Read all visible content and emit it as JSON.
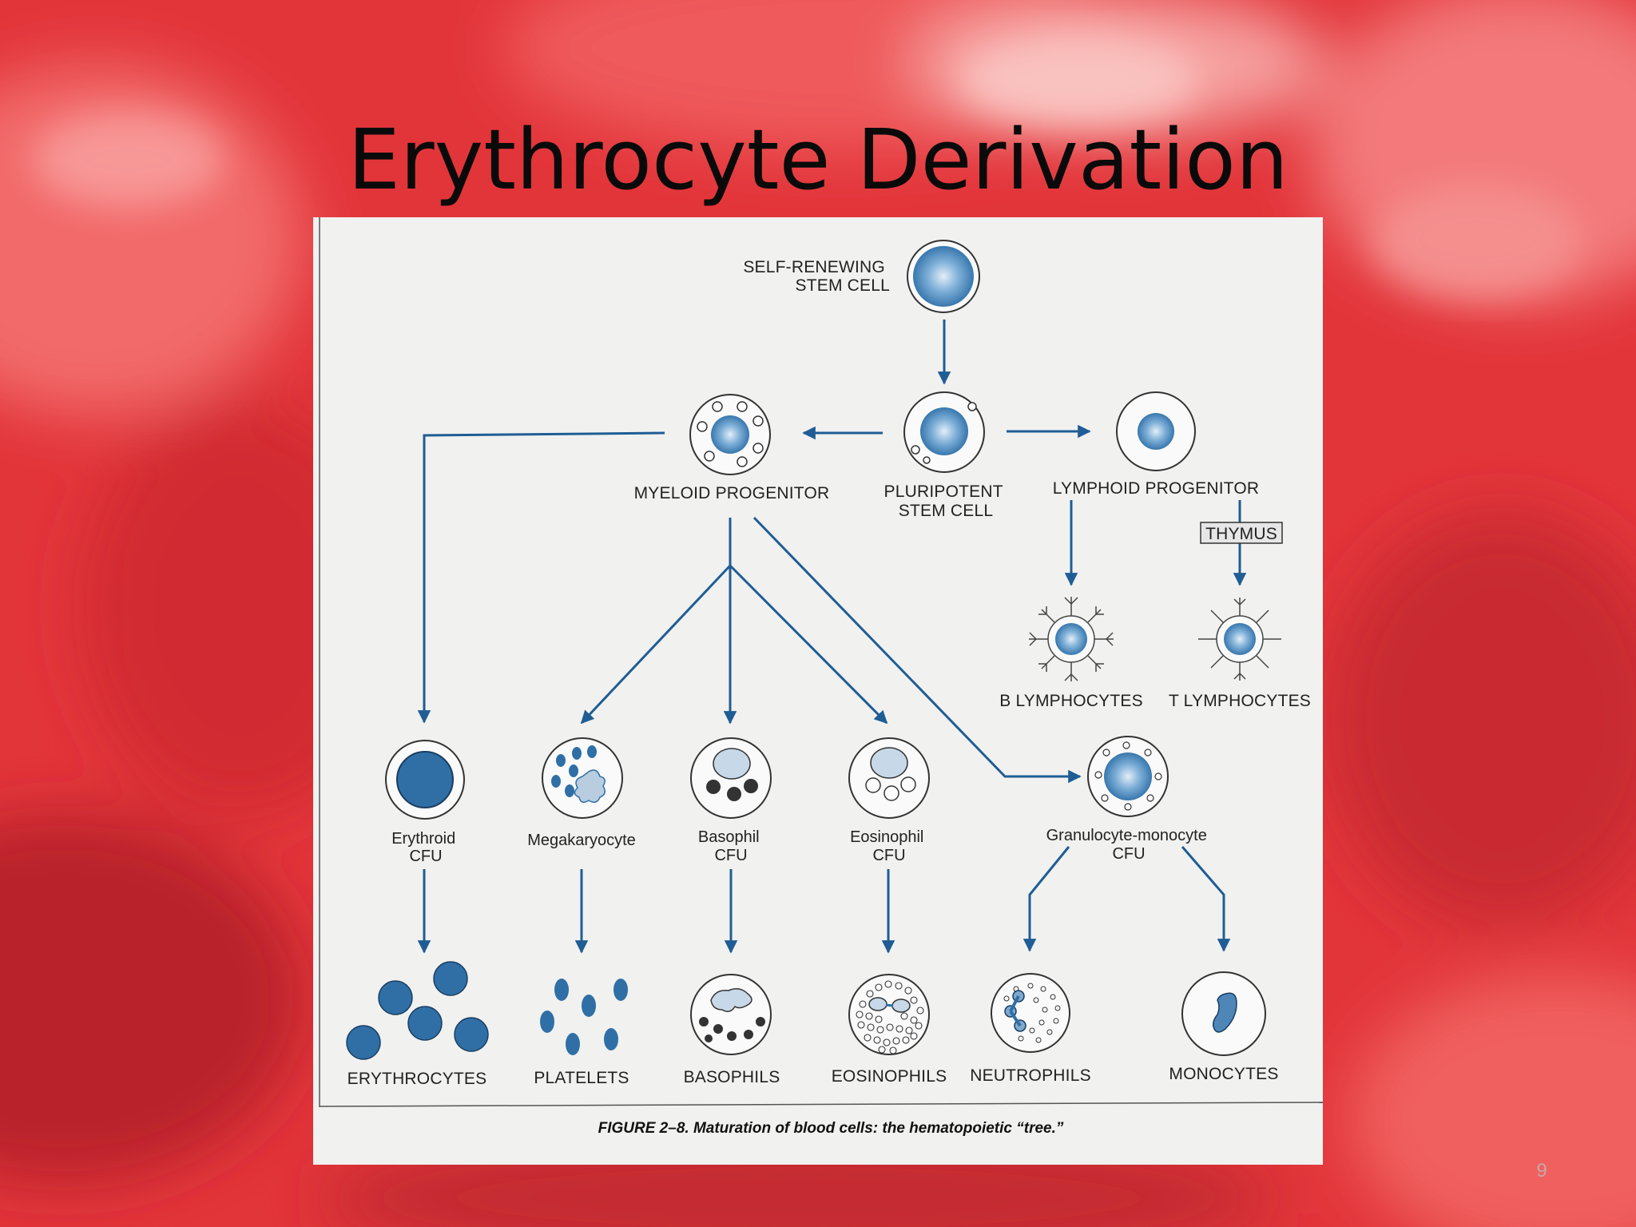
{
  "slide": {
    "title": "Erythrocyte Derivation",
    "slide_number": "9"
  },
  "figure": {
    "caption": "FIGURE 2–8. Maturation of blood cells: the hematopoietic “tree.”",
    "nodes": {
      "stem_cell": [
        "SELF-RENEWING",
        "STEM CELL"
      ],
      "myeloid_progenitor": "MYELOID PROGENITOR",
      "pluripotent": [
        "PLURIPOTENT",
        "STEM CELL"
      ],
      "lymphoid_progenitor": "LYMPHOID PROGENITOR",
      "thymus": "THYMUS",
      "b_lymphocytes": "B LYMPHOCYTES",
      "t_lymphocytes": "T LYMPHOCYTES",
      "erythroid_cfu": [
        "Erythroid",
        "CFU"
      ],
      "megakaryocyte": "Megakaryocyte",
      "basophil_cfu": [
        "Basophil",
        "CFU"
      ],
      "eosinophil_cfu": [
        "Eosinophil",
        "CFU"
      ],
      "gm_cfu": [
        "Granulocyte-monocyte",
        "CFU"
      ],
      "erythrocytes": "ERYTHROCYTES",
      "platelets": "PLATELETS",
      "basophils": "BASOPHILS",
      "eosinophils": "EOSINOPHILS",
      "neutrophils": "NEUTROPHILS",
      "monocytes": "MONOCYTES"
    }
  },
  "colors": {
    "cell_blue": "#2f6fa6",
    "arrow_blue": "#1f5d94",
    "background_red": "#e8383a"
  }
}
